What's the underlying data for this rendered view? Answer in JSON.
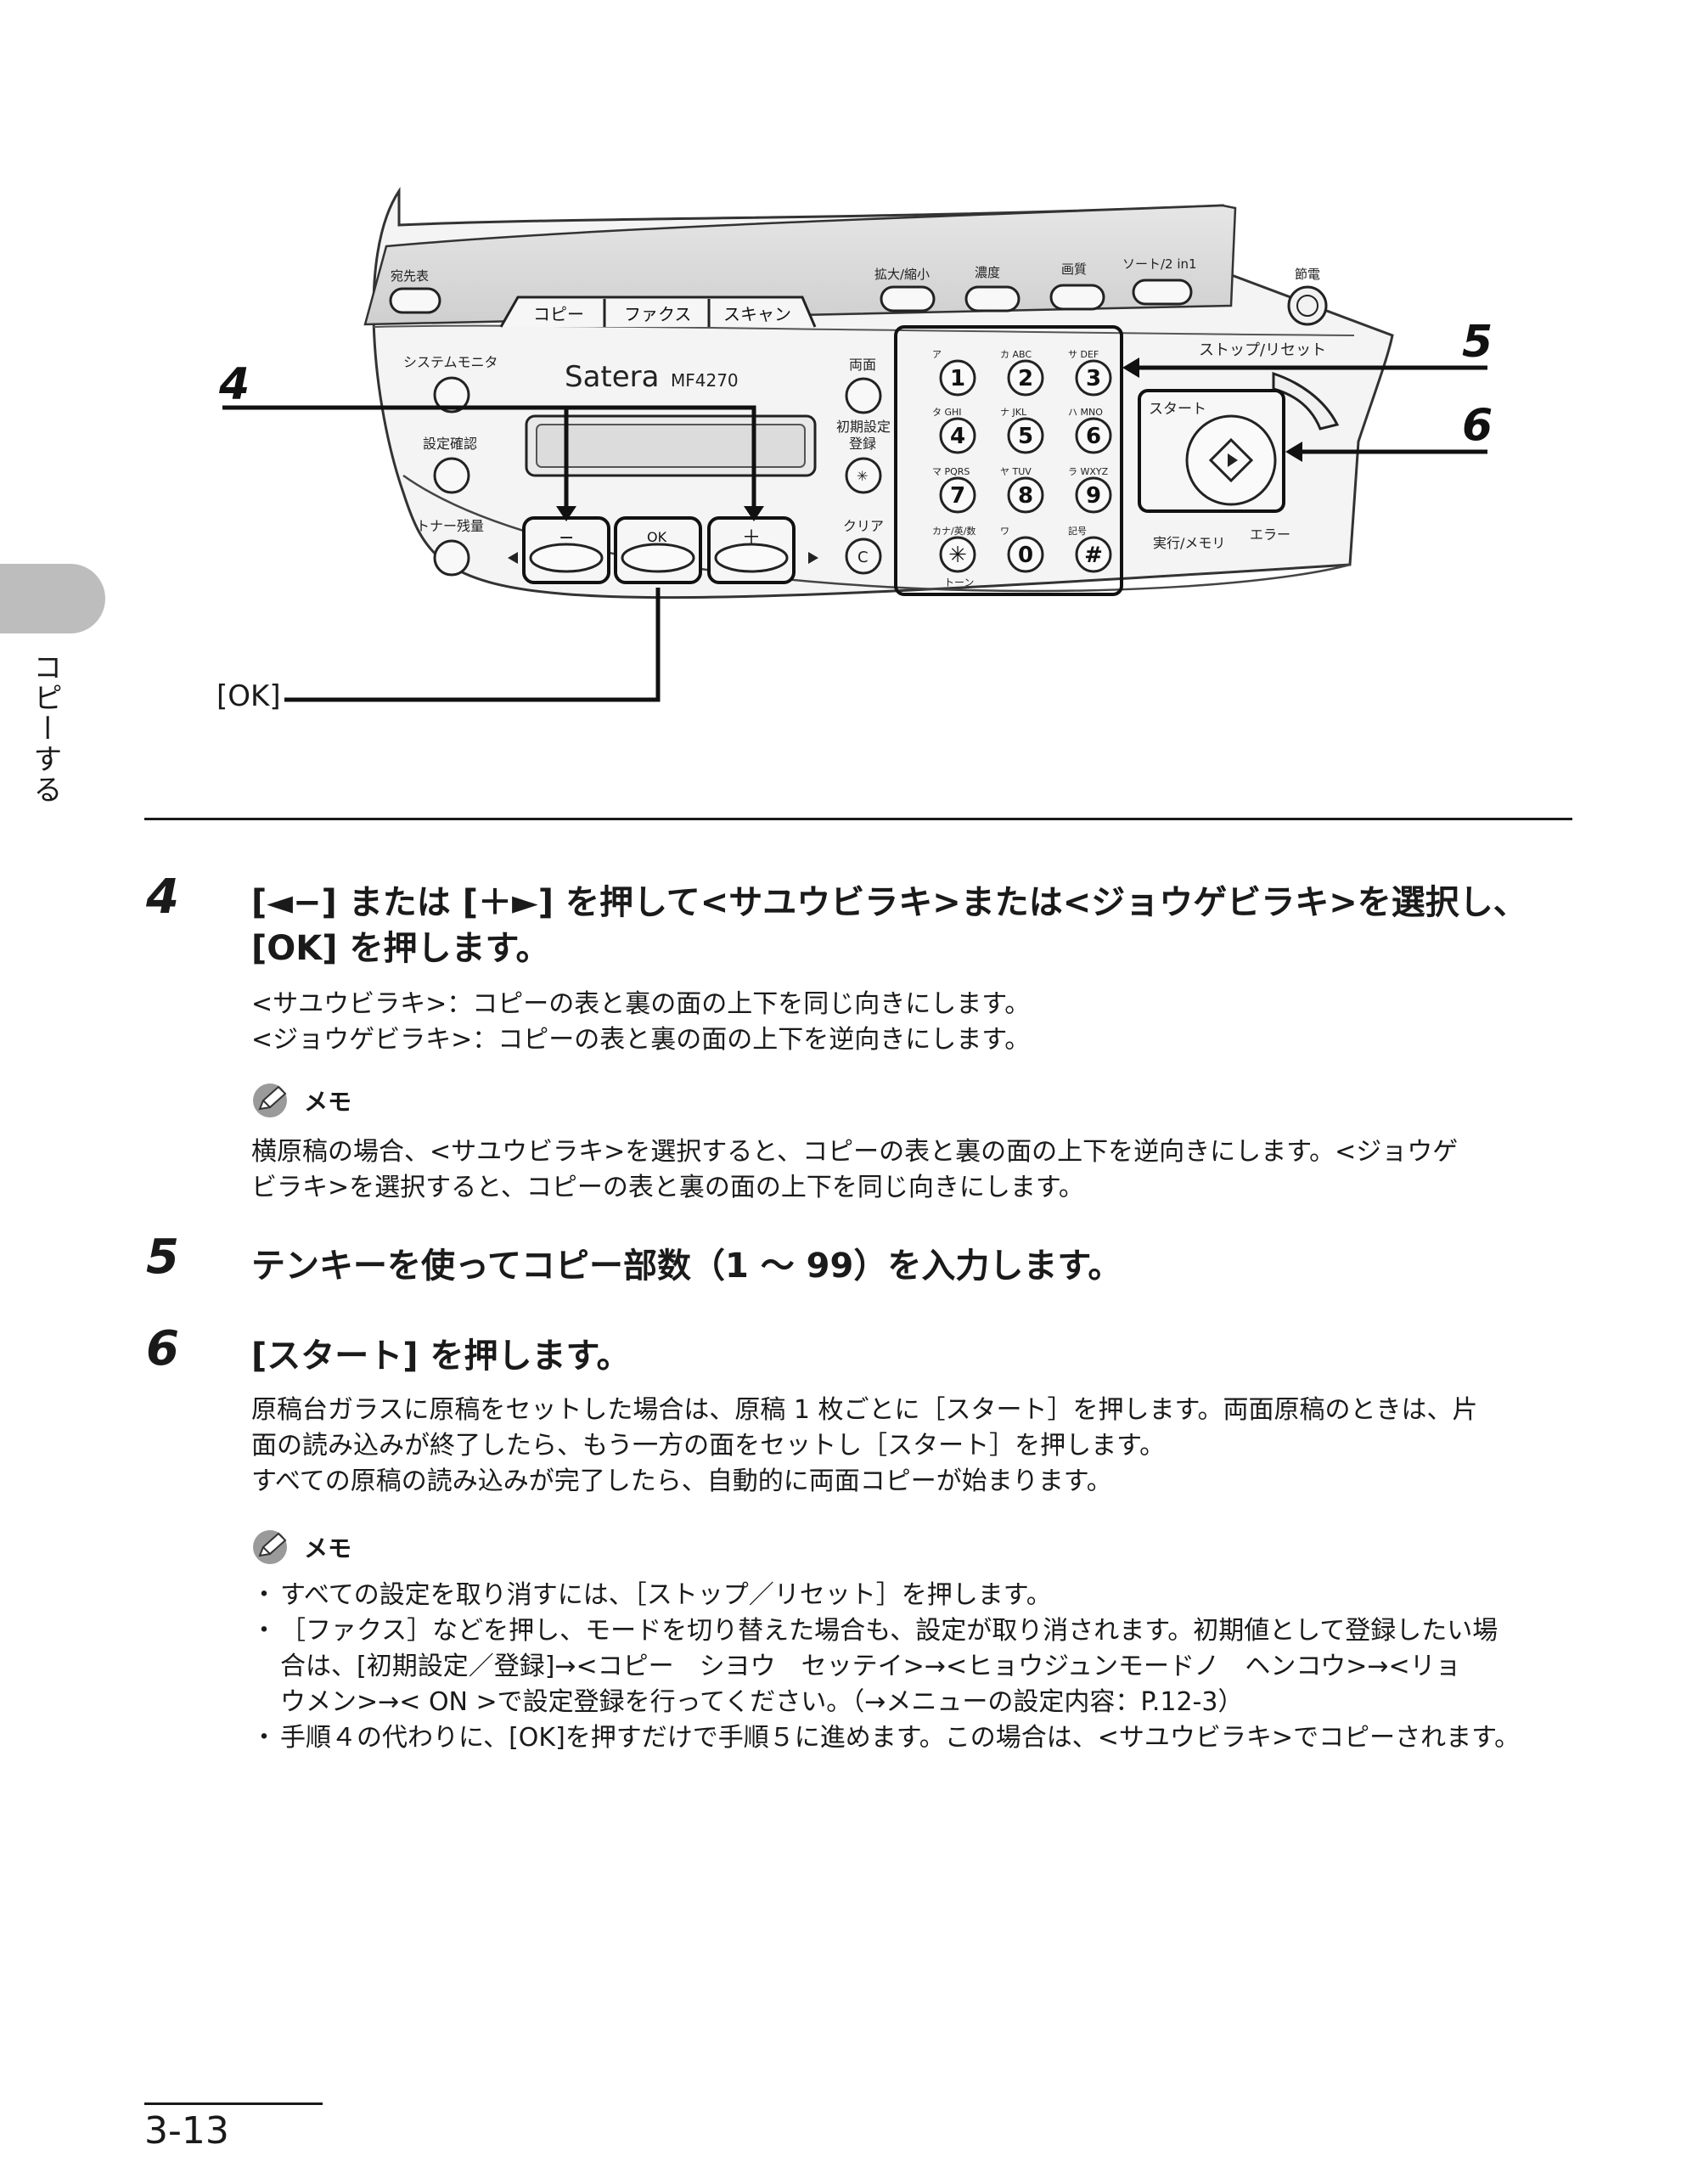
{
  "side_tab": {
    "label": "コピーする"
  },
  "panel": {
    "keys": {
      "address_book": "宛先表",
      "copy": "コピー",
      "fax": "ファクス",
      "scan": "スキャン",
      "enlarge_reduce": "拡大/縮小",
      "density": "濃度",
      "image_quality": "画質",
      "sort_2in1": "ソート/2 in1",
      "power_save": "節電",
      "system_monitor": "システムモニタ",
      "settings_check": "設定確認",
      "toner": "トナー残量",
      "brand": "Satera",
      "model": "MF4270",
      "duplex": "両面",
      "initial_settings": "初期設定",
      "register": "登録",
      "clear": "クリア",
      "minus": "−",
      "ok": "OK",
      "plus": "＋",
      "stop_reset": "ストップ/リセット",
      "start": "スタート",
      "processing_memory": "実行/メモリ",
      "error": "エラー",
      "tone": "トーン"
    },
    "keypad": [
      {
        "key": "1",
        "label": "ア"
      },
      {
        "key": "2",
        "label": "カ ABC"
      },
      {
        "key": "3",
        "label": "サ DEF"
      },
      {
        "key": "4",
        "label": "タ GHI"
      },
      {
        "key": "5",
        "label": "ナ JKL"
      },
      {
        "key": "6",
        "label": "ハ MNO"
      },
      {
        "key": "7",
        "label": "マ PQRS"
      },
      {
        "key": "8",
        "label": "ヤ TUV"
      },
      {
        "key": "9",
        "label": "ラ WXYZ"
      },
      {
        "key": "✳",
        "label": "カナ/英/数"
      },
      {
        "key": "0",
        "label": "ワ"
      },
      {
        "key": "#",
        "label": "記号"
      }
    ],
    "callouts": {
      "c4": "4",
      "c5": "5",
      "c6": "6"
    },
    "ok_caption": "[OK]"
  },
  "steps": [
    {
      "number": "4",
      "heading_line1": "[◄−] または [＋►] を押して<サユウビラキ>または<ジョウゲビラキ>を選択し、",
      "heading_line2": "[OK] を押します。",
      "body": [
        "<サユウビラキ>：コピーの表と裏の面の上下を同じ向きにします。",
        "<ジョウゲビラキ>：コピーの表と裏の面の上下を逆向きにします。"
      ],
      "memo_label": "メモ",
      "memo": [
        "横原稿の場合、<サユウビラキ>を選択すると、コピーの表と裏の面の上下を逆向きにします。<ジョウゲ",
        "ビラキ>を選択すると、コピーの表と裏の面の上下を同じ向きにします。"
      ]
    },
    {
      "number": "5",
      "heading_line1": "テンキーを使ってコピー部数（1 〜 99）を入力します。"
    },
    {
      "number": "6",
      "heading_line1": "[スタート] を押します。",
      "body": [
        "原稿台ガラスに原稿をセットした場合は、原稿 1 枚ごとに［スタート］を押します。両面原稿のときは、片",
        "面の読み込みが終了したら、もう一方の面をセットし［スタート］を押します。",
        "すべての原稿の読み込みが完了したら、自動的に両面コピーが始まります。"
      ],
      "memo_label": "メモ",
      "bullets": [
        [
          "すべての設定を取り消すには、［ストップ／リセット］を押します。"
        ],
        [
          "［ファクス］などを押し、モードを切り替えた場合も、設定が取り消されます。初期値として登録したい場",
          "合は、[初期設定／登録]→<コピー　シヨウ　セッテイ>→<ヒョウジュンモードノ　ヘンコウ>→<リョ",
          "ウメン>→< ON >で設定登録を行ってください。（→メニューの設定内容：P.12-3）"
        ],
        [
          "手順４の代わりに、[OK]を押すだけで手順５に進めます。この場合は、<サユウビラキ>でコピーされます。"
        ]
      ]
    }
  ],
  "footer": {
    "page_number": "3-13"
  }
}
